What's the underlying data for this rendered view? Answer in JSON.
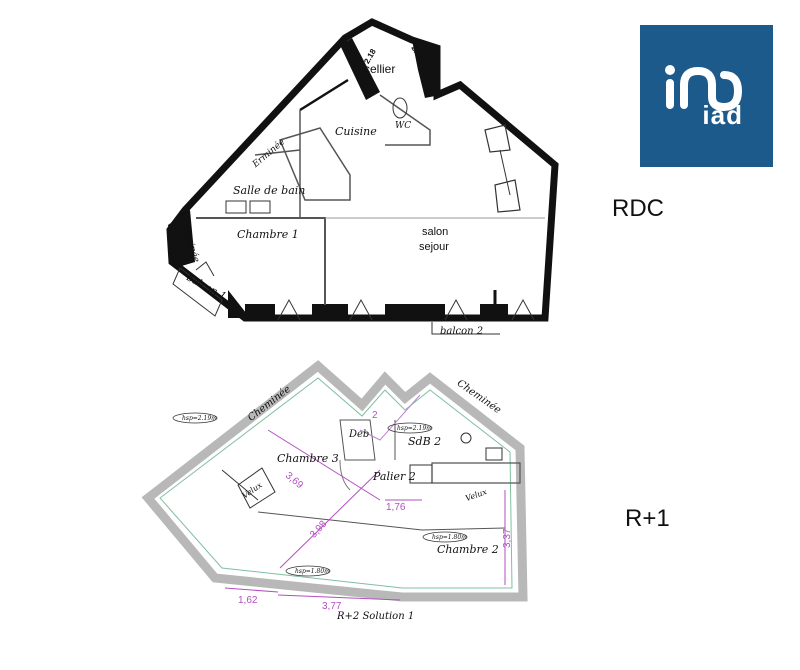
{
  "logo": {
    "text": "iad",
    "color": "#1d5a8c"
  },
  "rdc": {
    "level_label": "RDC",
    "rooms": {
      "cellier": "cellier",
      "wc": "WC",
      "cuisine": "Cuisine",
      "ermine": "Erminée",
      "salle_de_bain": "Salle de bain",
      "chambre1": "Chambre 1",
      "cheminee": "Cheminée",
      "salon": "salon",
      "sejour": "sejour",
      "balcon1": "balcon 1",
      "balcon2": "balcon 2"
    },
    "dims": {
      "d1": "2.18",
      "d2": "2.39"
    }
  },
  "r1": {
    "level_label": "R+1",
    "rooms": {
      "cheminee_left": "Cheminée",
      "cheminee_right": "Cheminée",
      "chambre3": "Chambre 3",
      "deb": "Deb",
      "sdb2": "SdB 2",
      "palier2": "Palier 2",
      "chambre2": "Chambre 2",
      "velux1": "Velux",
      "velux2": "Velux",
      "r2_solution": "R+2 Solution 1"
    },
    "hsp": {
      "h1": "hsp=2.19m",
      "h2": "hsp=2.19m",
      "h3": "hsp=1.80m",
      "h4": "hsp=1.80m"
    },
    "dims": {
      "d369": "3,69",
      "d398": "3,98",
      "d176": "1,76",
      "d337": "3,37",
      "d162": "1,62",
      "d377": "3,77",
      "d2": "2"
    }
  }
}
